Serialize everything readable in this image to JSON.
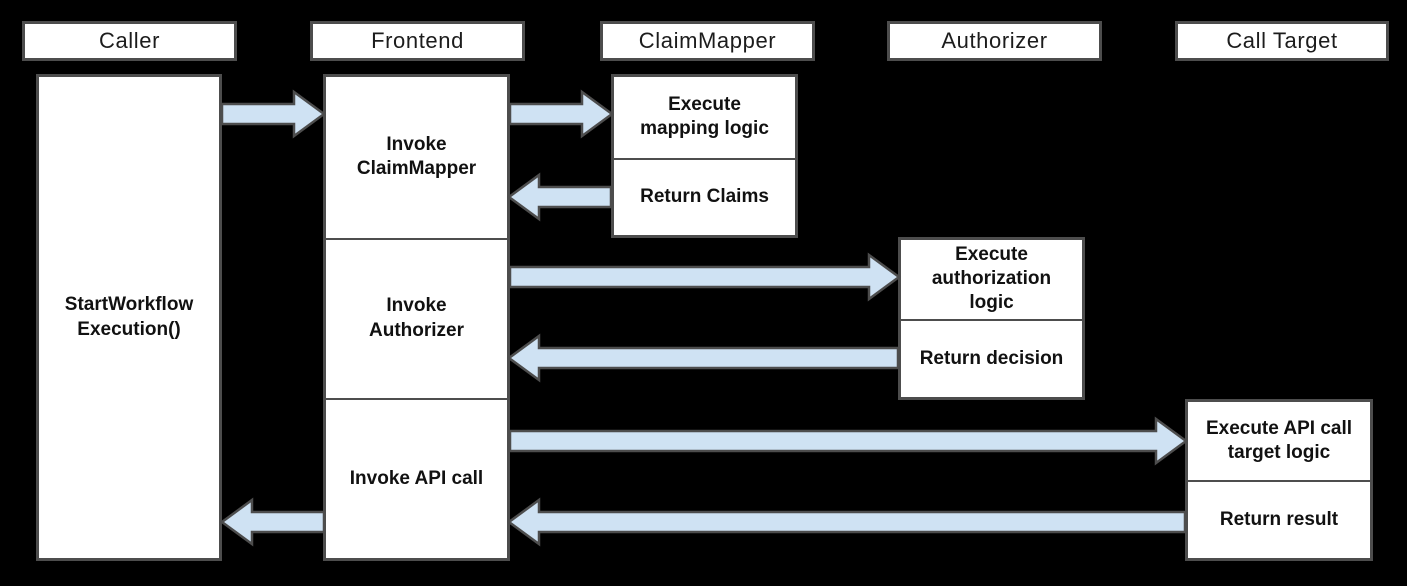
{
  "colors": {
    "background": "#000000",
    "box_fill": "#ffffff",
    "box_border": "#4d4d4d",
    "arrow_fill": "#cfe2f3",
    "arrow_border": "#4d4d4d",
    "text": "#1c1c1c"
  },
  "actors": [
    {
      "label": "Caller"
    },
    {
      "label": "Frontend"
    },
    {
      "label": "ClaimMapper"
    },
    {
      "label": "Authorizer"
    },
    {
      "label": "Call Target"
    }
  ],
  "caller": {
    "step": "StartWorkflow Execution()"
  },
  "frontend": {
    "steps": [
      "Invoke ClaimMapper",
      "Invoke Authorizer",
      "Invoke API call"
    ]
  },
  "claim_mapper": {
    "steps": [
      "Execute mapping logic",
      "Return Claims"
    ]
  },
  "authorizer": {
    "steps": [
      "Execute authorization logic",
      "Return decision"
    ]
  },
  "call_target": {
    "steps": [
      "Execute API call target logic",
      "Return result"
    ]
  },
  "arrows": [
    {
      "from": "Caller",
      "to": "Frontend"
    },
    {
      "from": "Frontend",
      "to": "ClaimMapper"
    },
    {
      "from": "ClaimMapper",
      "to": "Frontend"
    },
    {
      "from": "Frontend",
      "to": "Authorizer"
    },
    {
      "from": "Authorizer",
      "to": "Frontend"
    },
    {
      "from": "Frontend",
      "to": "Call Target"
    },
    {
      "from": "Call Target",
      "to": "Frontend"
    },
    {
      "from": "Frontend",
      "to": "Caller"
    }
  ]
}
